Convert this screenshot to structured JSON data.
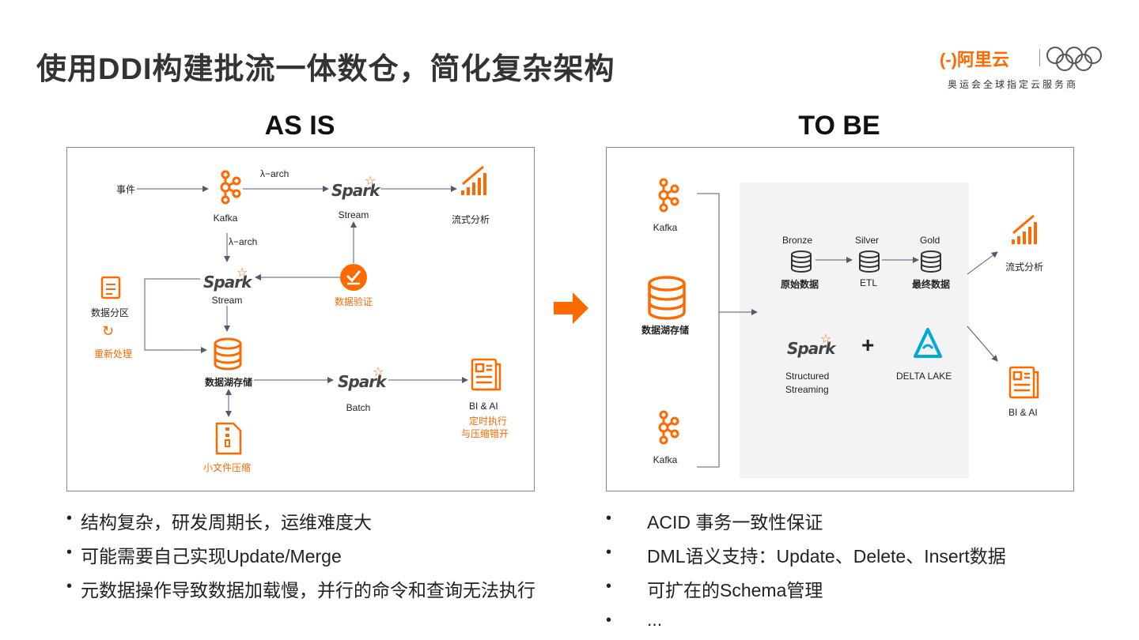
{
  "title": "使用DDI构建批流一体数仓，简化复杂架构",
  "logo": {
    "brand": "(-)阿里云",
    "subtitle": "奥运会全球指定云服务商"
  },
  "as_is": {
    "heading": "AS IS",
    "event": "事件",
    "lambda_top": "λ−arch",
    "lambda_left": "λ−arch",
    "kafka": "Kafka",
    "spark": "Spark",
    "stream_top": "Stream",
    "stream_mid": "Stream",
    "stream_analysis": "流式分析",
    "data_validation": "数据验证",
    "data_partition": "数据分区",
    "reprocess": "重新处理",
    "lake_storage": "数据湖存储",
    "batch": "Batch",
    "bi_ai": "BI & AI",
    "scheduled_exec": "定时执行",
    "compression_stagger": "与压缩错开",
    "small_file_compression": "小文件压缩"
  },
  "to_be": {
    "heading": "TO BE",
    "kafka_top": "Kafka",
    "lake_storage": "数据湖存储",
    "kafka_bottom": "Kafka",
    "bronze": "Bronze",
    "silver": "Silver",
    "gold": "Gold",
    "raw_data": "原始数据",
    "etl": "ETL",
    "final_data": "最终数据",
    "spark": "Spark",
    "structured": "Structured",
    "streaming": "Streaming",
    "plus": "+",
    "delta_lake": "DELTA LAKE",
    "stream_analysis": "流式分析",
    "bi_ai": "BI & AI"
  },
  "left_bullets": [
    "结构复杂，研发周期长，运维难度大",
    "可能需要自己实现Update/Merge",
    "元数据操作导致数据加载慢，并行的命令和查询无法执行"
  ],
  "right_bullets": [
    "ACID 事务一致性保证",
    "DML语义支持：Update、Delete、Insert数据",
    "可扩在的Schema管理",
    "..."
  ],
  "colors": {
    "accent": "#ff6a00",
    "line": "#555a6e",
    "text": "#222222"
  }
}
